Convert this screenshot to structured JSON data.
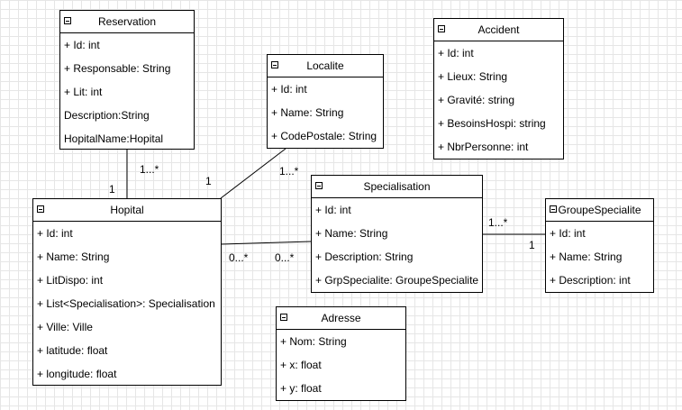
{
  "classes": {
    "reservation": {
      "name": "Reservation",
      "attributes": [
        "+ Id: int",
        "+ Responsable: String",
        "+ Lit: int",
        "Description:String",
        "HopitalName:Hopital"
      ]
    },
    "localite": {
      "name": "Localite",
      "attributes": [
        "+ Id: int",
        "+ Name: String",
        "+ CodePostale: String"
      ]
    },
    "accident": {
      "name": "Accident",
      "attributes": [
        "+ Id: int",
        "+ Lieux: String",
        "+ Gravité: string",
        "+ BesoinsHospi: string",
        "+ NbrPersonne: int"
      ]
    },
    "hopital": {
      "name": "Hopital",
      "attributes": [
        "+ Id: int",
        "+ Name: String",
        "+ LitDispo: int",
        "+ List<Specialisation>: Specialisation",
        "+ Ville: Ville",
        "+ latitude: float",
        "+ longitude: float"
      ]
    },
    "specialisation": {
      "name": "Specialisation",
      "attributes": [
        "+ Id: int",
        "+ Name: String",
        "+ Description: String",
        "+ GrpSpecialite: GroupeSpecialite"
      ]
    },
    "groupe_specialite": {
      "name": "GroupeSpecialite",
      "attributes": [
        "+ Id: int",
        "+ Name: String",
        "+ Description: int"
      ]
    },
    "adresse": {
      "name": "Adresse",
      "attributes": [
        "+ Nom: String",
        "+ x: float",
        "+ y: float"
      ]
    }
  },
  "multiplicities": {
    "reservation_side": "1...*",
    "hopital_res_side": "1",
    "hopital_loc_side": "1",
    "localite_side": "1...*",
    "hopital_spec_side": "0...*",
    "specialisation_hop_side": "0...*",
    "specialisation_grp_side": "1...*",
    "groupe_side": "1"
  }
}
